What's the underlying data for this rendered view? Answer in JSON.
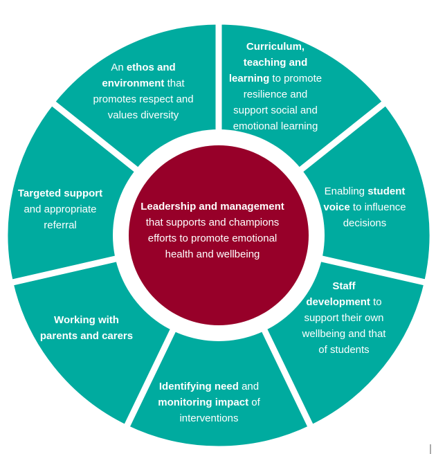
{
  "colors": {
    "segment": "#00ab9f",
    "center": "#970029",
    "text": "#ffffff",
    "gap": "#ffffff"
  },
  "center": {
    "lines": [
      [
        {
          "t": "Leadership and management",
          "b": true
        }
      ],
      [
        {
          "t": "that supports and champions",
          "b": false
        }
      ],
      [
        {
          "t": "efforts to promote emotional",
          "b": false
        }
      ],
      [
        {
          "t": "health and wellbeing",
          "b": false
        }
      ]
    ]
  },
  "segments": [
    {
      "name": "ethos-environment",
      "lines": [
        [
          {
            "t": "An ",
            "b": false
          },
          {
            "t": "ethos and",
            "b": true
          }
        ],
        [
          {
            "t": "environment",
            "b": true
          },
          {
            "t": " that",
            "b": false
          }
        ],
        [
          {
            "t": "promotes respect and",
            "b": false
          }
        ],
        [
          {
            "t": "values diversity",
            "b": false
          }
        ]
      ]
    },
    {
      "name": "curriculum-teaching-learning",
      "lines": [
        [
          {
            "t": "Curriculum,",
            "b": true
          }
        ],
        [
          {
            "t": "teaching and",
            "b": true
          }
        ],
        [
          {
            "t": "learning",
            "b": true
          },
          {
            "t": " to promote",
            "b": false
          }
        ],
        [
          {
            "t": "resilience and",
            "b": false
          }
        ],
        [
          {
            "t": "support social and",
            "b": false
          }
        ],
        [
          {
            "t": "emotional learning",
            "b": false
          }
        ]
      ]
    },
    {
      "name": "student-voice",
      "lines": [
        [
          {
            "t": "Enabling ",
            "b": false
          },
          {
            "t": "student",
            "b": true
          }
        ],
        [
          {
            "t": "voice",
            "b": true
          },
          {
            "t": " to influence",
            "b": false
          }
        ],
        [
          {
            "t": "decisions",
            "b": false
          }
        ]
      ]
    },
    {
      "name": "staff-development",
      "lines": [
        [
          {
            "t": "Staff",
            "b": true
          }
        ],
        [
          {
            "t": "development",
            "b": true
          },
          {
            "t": " to",
            "b": false
          }
        ],
        [
          {
            "t": "support their own",
            "b": false
          }
        ],
        [
          {
            "t": "wellbeing and that",
            "b": false
          }
        ],
        [
          {
            "t": "of students",
            "b": false
          }
        ]
      ]
    },
    {
      "name": "identifying-need",
      "lines": [
        [
          {
            "t": "Identifying need",
            "b": true
          },
          {
            "t": " and",
            "b": false
          }
        ],
        [
          {
            "t": "monitoring impact",
            "b": true
          },
          {
            "t": " of",
            "b": false
          }
        ],
        [
          {
            "t": "interventions",
            "b": false
          }
        ]
      ]
    },
    {
      "name": "working-with-parents",
      "lines": [
        [
          {
            "t": "Working with",
            "b": true
          }
        ],
        [
          {
            "t": "parents and carers",
            "b": true
          }
        ]
      ]
    },
    {
      "name": "targeted-support",
      "lines": [
        [
          {
            "t": "Targeted support",
            "b": true
          }
        ],
        [
          {
            "t": "and appropriate",
            "b": false
          }
        ],
        [
          {
            "t": "referral",
            "b": false
          }
        ]
      ]
    }
  ]
}
